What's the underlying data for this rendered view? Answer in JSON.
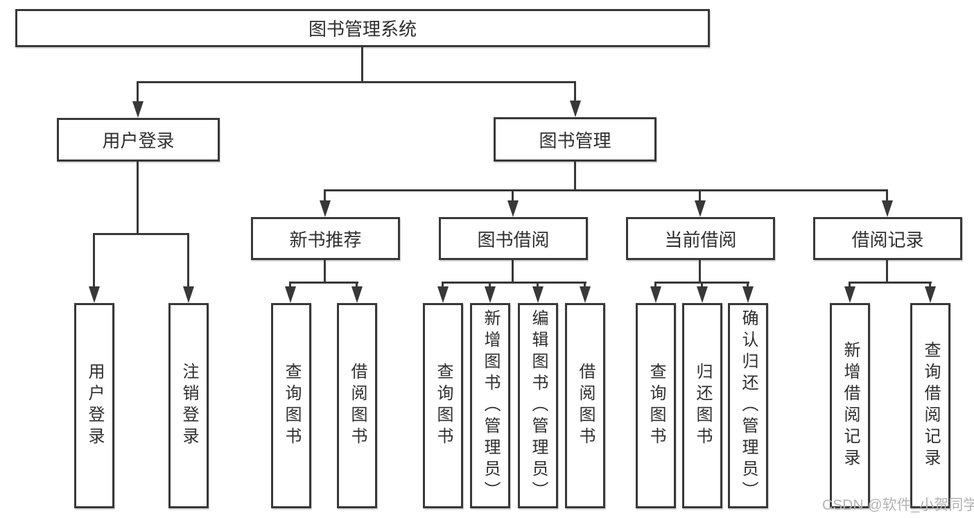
{
  "nodes": {
    "root": "图书管理系统",
    "user_login": "用户登录",
    "book_mgmt": "图书管理",
    "new_rec": "新书推荐",
    "book_borrow": "图书借阅",
    "current_borrow": "当前借阅",
    "borrow_records": "借阅记录",
    "leaf_user_login": "用户登录",
    "leaf_logout": "注销登录",
    "leaf_nr_query": "查询图书",
    "leaf_nr_borrow": "借阅图书",
    "leaf_bb_query": "查询图书",
    "leaf_bb_add": "新增图书（管理员）",
    "leaf_bb_edit": "编辑图书（管理员）",
    "leaf_bb_borrow": "借阅图书",
    "leaf_cb_query": "查询图书",
    "leaf_cb_return": "归还图书",
    "leaf_cb_confirm": "确认归还（管理员）",
    "leaf_br_add": "新增借阅记录",
    "leaf_br_query": "查询借阅记录"
  },
  "watermark": "CSDN @软件_小贺同学",
  "colors": {
    "line": "#383838",
    "text": "#2f2f2f",
    "watermark": "#b3b3b3",
    "background": "#ffffff"
  }
}
